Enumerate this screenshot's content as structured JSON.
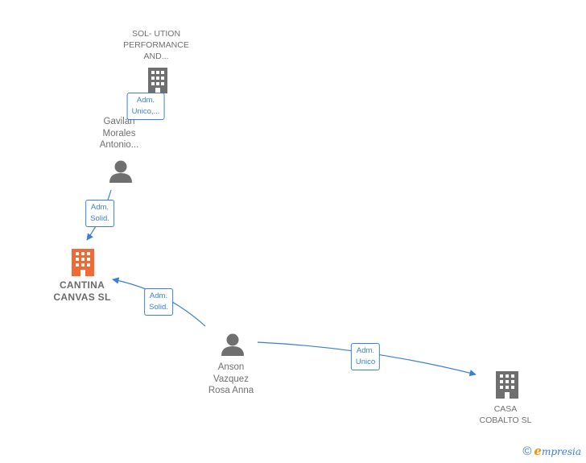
{
  "nodes": {
    "solution": {
      "label": "SOL- UTION\nPERFORMANCE\nAND..."
    },
    "gavilan": {
      "label": "Gavilan\nMorales\nAntonio..."
    },
    "cantina": {
      "label": "CANTINA\nCANVAS  SL"
    },
    "anson": {
      "label": "Anson\nVazquez\nRosa Anna"
    },
    "casa": {
      "label": "CASA\nCOBALTO  SL"
    }
  },
  "edges": {
    "gavilan_solution": {
      "label": "Adm.\nUnico,..."
    },
    "gavilan_cantina": {
      "label": "Adm.\nSolid."
    },
    "anson_cantina": {
      "label": "Adm.\nSolid."
    },
    "anson_casa": {
      "label": "Adm.\nUnico"
    }
  },
  "footer": {
    "copyright_symbol": "©",
    "brand_first": "e",
    "brand_rest": "mpresia"
  },
  "colors": {
    "edge": "#3a7fd5",
    "node_icon": "#6f6f6f",
    "main_icon": "#f06a35"
  }
}
